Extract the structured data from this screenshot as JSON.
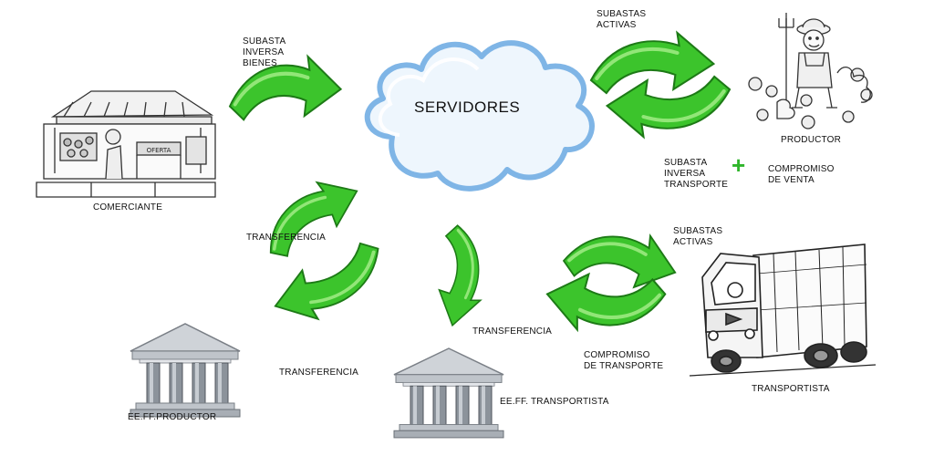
{
  "colors": {
    "arrow_fill": "#3cc42c",
    "arrow_dark": "#1d7a16",
    "arrow_light": "#a7ef8c",
    "cloud_stroke": "#7fb5e6",
    "cloud_fill": "#eef6fd",
    "plus": "#2fb52b"
  },
  "cloud": {
    "title": "SERVIDORES"
  },
  "actors": {
    "comerciante": "COMERCIANTE",
    "productor": "PRODUCTOR",
    "transportista": "TRANSPORTISTA",
    "banco_productor": "EE.FF.PRODUCTOR",
    "banco_transportista": "EE.FF. TRANSPORTISTA"
  },
  "flows": {
    "subasta_inversa_bienes": "SUBASTA\nINVERSA\nBIENES",
    "transferencia_comerciante": "TRANSFERENCIA",
    "subastas_activas_productor": "SUBASTAS\nACTIVAS",
    "subasta_inversa_transporte": "SUBASTA\nINVERSA\nTRANSPORTE",
    "plus_sign": "+",
    "compromiso_venta": "COMPROMISO\nDE VENTA",
    "subastas_activas_transportista": "SUBASTAS\nACTIVAS",
    "compromiso_transporte": "COMPROMISO\nDE TRANSPORTE",
    "transferencia_transportista": "TRANSFERENCIA",
    "transferencia_productor": "TRANSFERENCIA"
  },
  "icons": {
    "cloud": "cloud-icon",
    "market_stall": "market-stall-icon",
    "farmer": "farmer-icon",
    "truck": "truck-icon",
    "bank": "bank-icon",
    "arrow": "curved-arrow-icon"
  }
}
